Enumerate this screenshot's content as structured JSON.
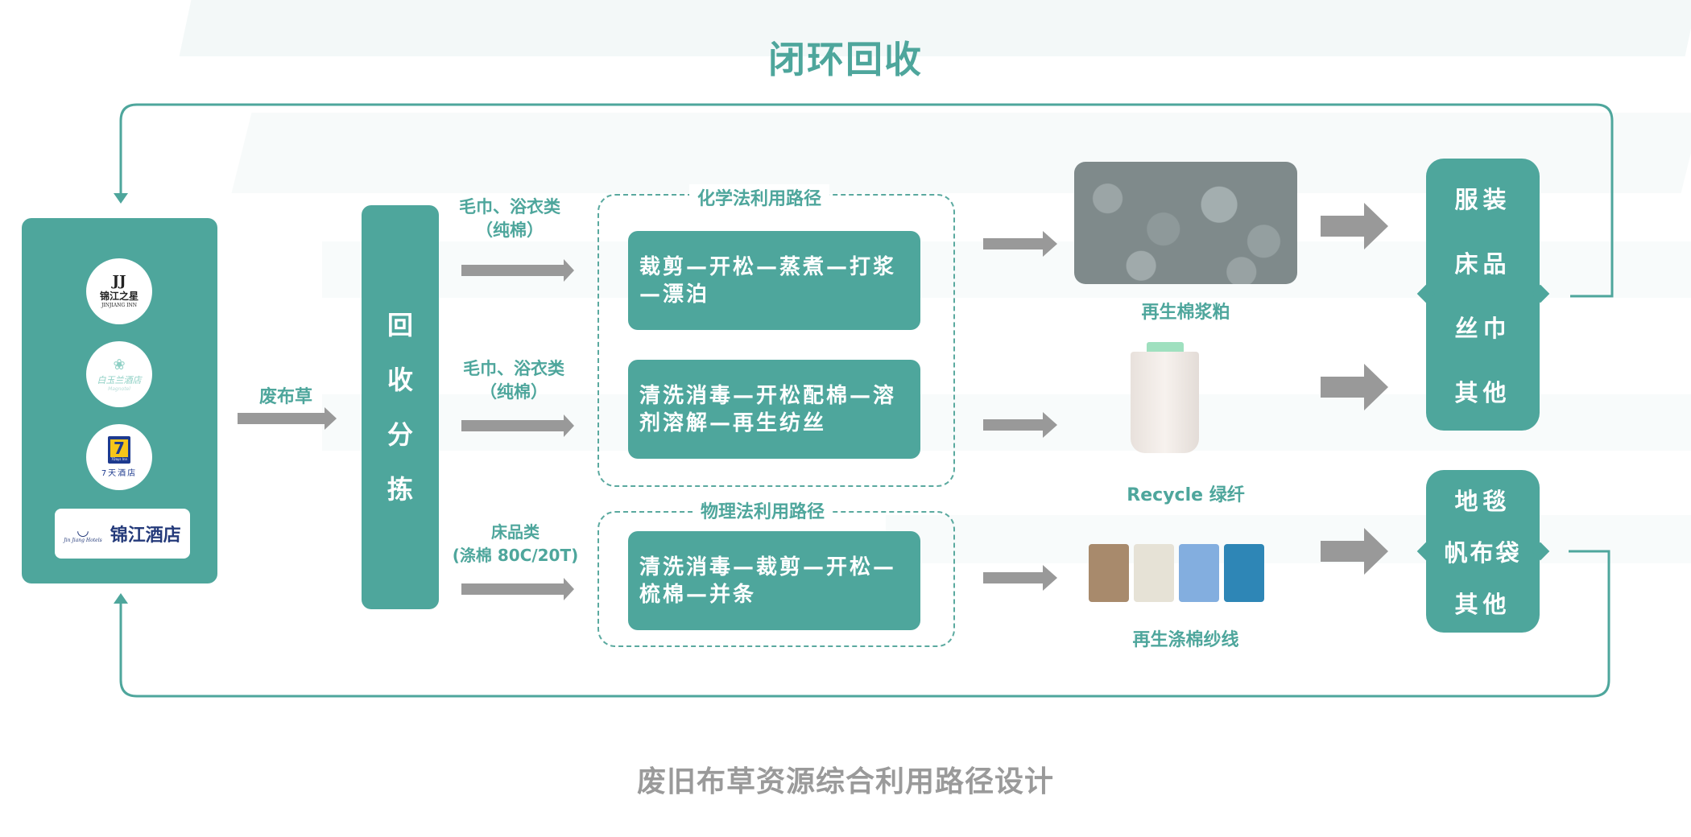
{
  "title": "闭环回收",
  "subtitle": "废旧布草资源综合利用路径设计",
  "colors": {
    "primary_teal": "#4ea69c",
    "arrow_gray": "#999999",
    "subtitle_gray": "#9a9a9a",
    "background": "#ffffff"
  },
  "hotels": {
    "logos": [
      {
        "name": "锦江之星",
        "subtitle": "JINJIANG INN",
        "mark": "JJ"
      },
      {
        "name": "白玉兰酒店",
        "subtitle": "Magnotel",
        "mark": "lotus"
      },
      {
        "name": "7天酒店",
        "subtitle": "7Days Inn",
        "mark": "7"
      },
      {
        "name": "锦江酒店",
        "subtitle": "Jin Jiang Hotels",
        "mark": "swirl"
      }
    ]
  },
  "input_arrow_label": "废布草",
  "sorting_box": {
    "chars": [
      "回",
      "收",
      "分",
      "拣"
    ]
  },
  "categories": [
    {
      "line1": "毛巾、浴衣类",
      "line2": "（纯棉）"
    },
    {
      "line1": "毛巾、浴衣类",
      "line2": "（纯棉）"
    },
    {
      "line1": "床品类",
      "line2": "(涤棉 80C/20T)"
    }
  ],
  "chemical_path": {
    "title": "化学法利用路径",
    "steps": [
      "裁剪—开松—蒸煮—打浆—漂泊",
      "清洗消毒—开松配棉—溶剂溶解—再生纺丝"
    ]
  },
  "physical_path": {
    "title": "物理法利用路径",
    "steps": [
      "清洗消毒—裁剪—开松—梳棉—并条"
    ]
  },
  "products": [
    {
      "label": "再生棉浆粕",
      "image": "cotton-pulp-image"
    },
    {
      "label": "Recycle 绿纤",
      "image": "fiber-spool-image"
    },
    {
      "label": "再生涤棉纱线",
      "image": "yarn-spools-image"
    }
  ],
  "outputs": [
    {
      "items": [
        "服装",
        "床品",
        "丝巾",
        "其他"
      ]
    },
    {
      "items": [
        "地毯",
        "帆布袋",
        "其他"
      ]
    }
  ]
}
